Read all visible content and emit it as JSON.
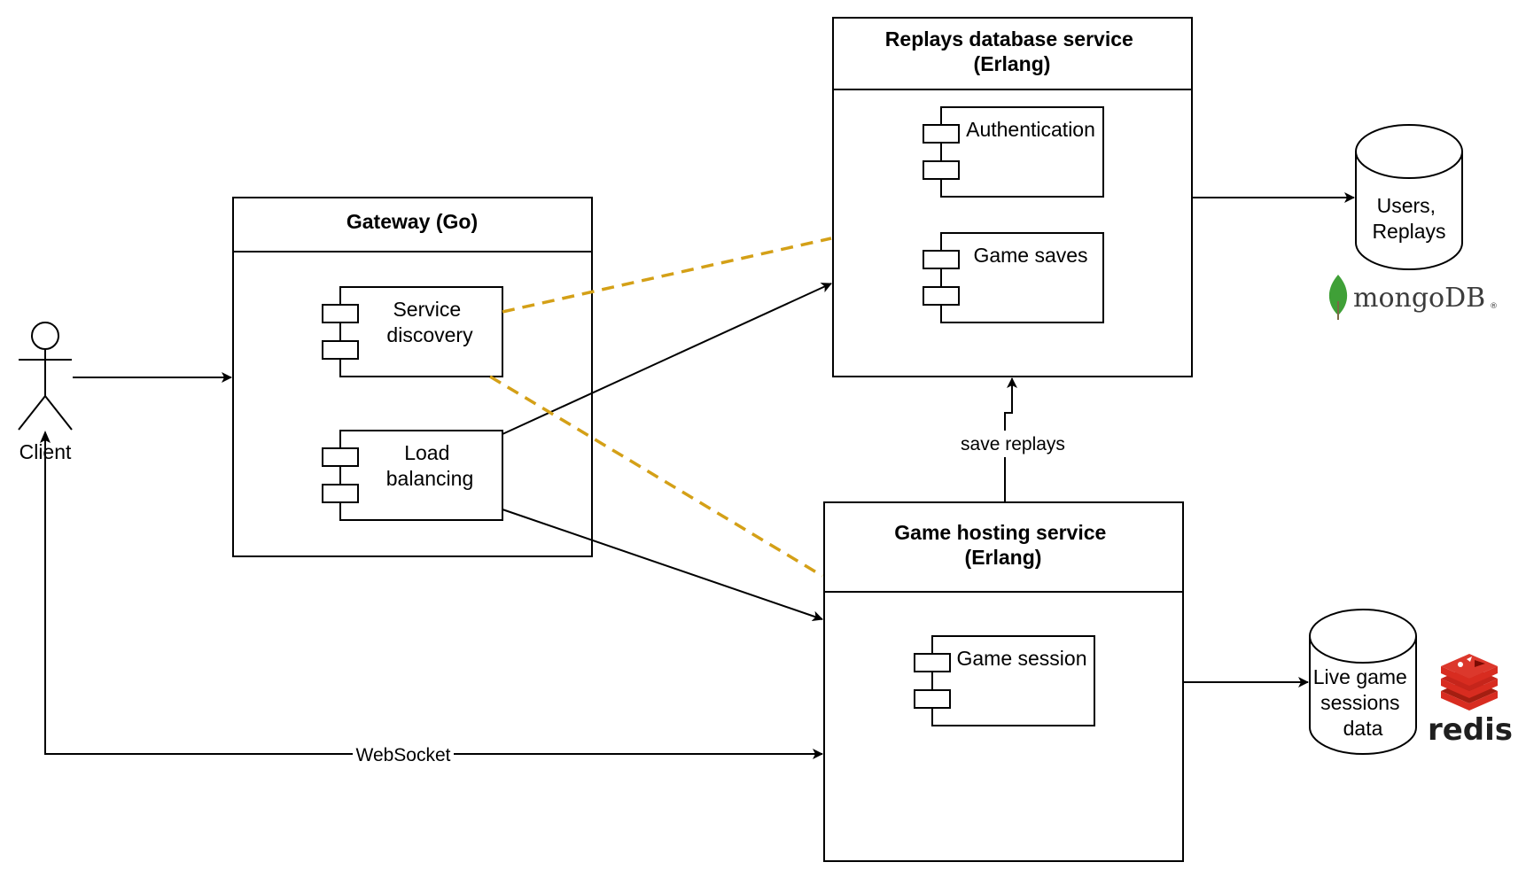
{
  "actor": {
    "label": "Client"
  },
  "gateway": {
    "title": "Gateway (Go)",
    "components": [
      {
        "lines": [
          "Service",
          "discovery"
        ]
      },
      {
        "lines": [
          "Load",
          "balancing"
        ]
      }
    ]
  },
  "replays_service": {
    "title_lines": [
      "Replays database service",
      "(Erlang)"
    ],
    "components": [
      {
        "lines": [
          "Authentication"
        ]
      },
      {
        "lines": [
          "Game saves"
        ]
      }
    ]
  },
  "game_service": {
    "title_lines": [
      "Game hosting service",
      "(Erlang)"
    ],
    "components": [
      {
        "lines": [
          "Game session"
        ]
      }
    ]
  },
  "databases": [
    {
      "lines": [
        "Users,",
        "Replays"
      ],
      "logo": "mongoDB",
      "logo_icon": "mongodb-leaf-icon"
    },
    {
      "lines": [
        "Live game",
        "sessions",
        "data"
      ],
      "logo": "redis",
      "logo_icon": "redis-stack-icon"
    }
  ],
  "edges": {
    "save_replays": "save replays",
    "websocket": "WebSocket"
  },
  "colors": {
    "dashed": "#D4A017",
    "mongo_green": "#3FA037",
    "redis_red": "#D82C20",
    "redis_text": "#1F1F1F"
  }
}
